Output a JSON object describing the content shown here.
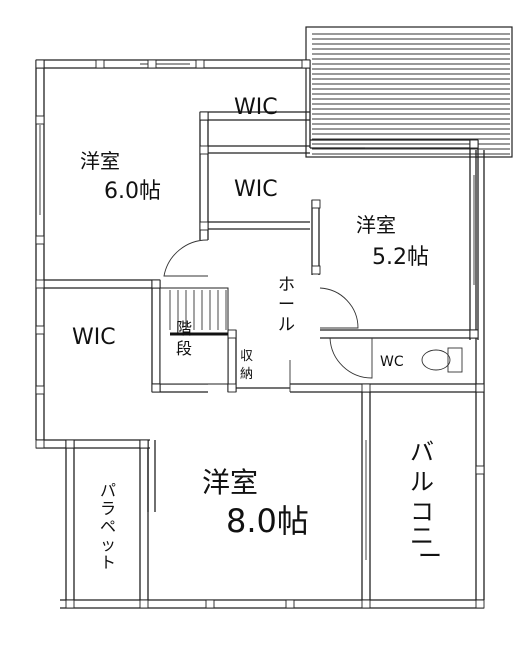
{
  "rooms": {
    "bedroom_a": {
      "name": "洋室",
      "size": "6.0帖"
    },
    "bedroom_b": {
      "name": "洋室",
      "size": "5.2帖"
    },
    "bedroom_c": {
      "name": "洋室",
      "size": "8.0帖"
    },
    "wic_top": "WIC",
    "wic_mid": "WIC",
    "wic_left": "WIC",
    "hall": [
      "ホ",
      "ー",
      "ル"
    ],
    "stairs": [
      "階",
      "段"
    ],
    "storage": [
      "収",
      "納"
    ],
    "wc": "WC",
    "balcony": [
      "バ",
      "ル",
      "コ",
      "ニ",
      "ー"
    ],
    "parapet": [
      "パ",
      "ラ",
      "ペ",
      "ッ",
      "ト"
    ]
  }
}
